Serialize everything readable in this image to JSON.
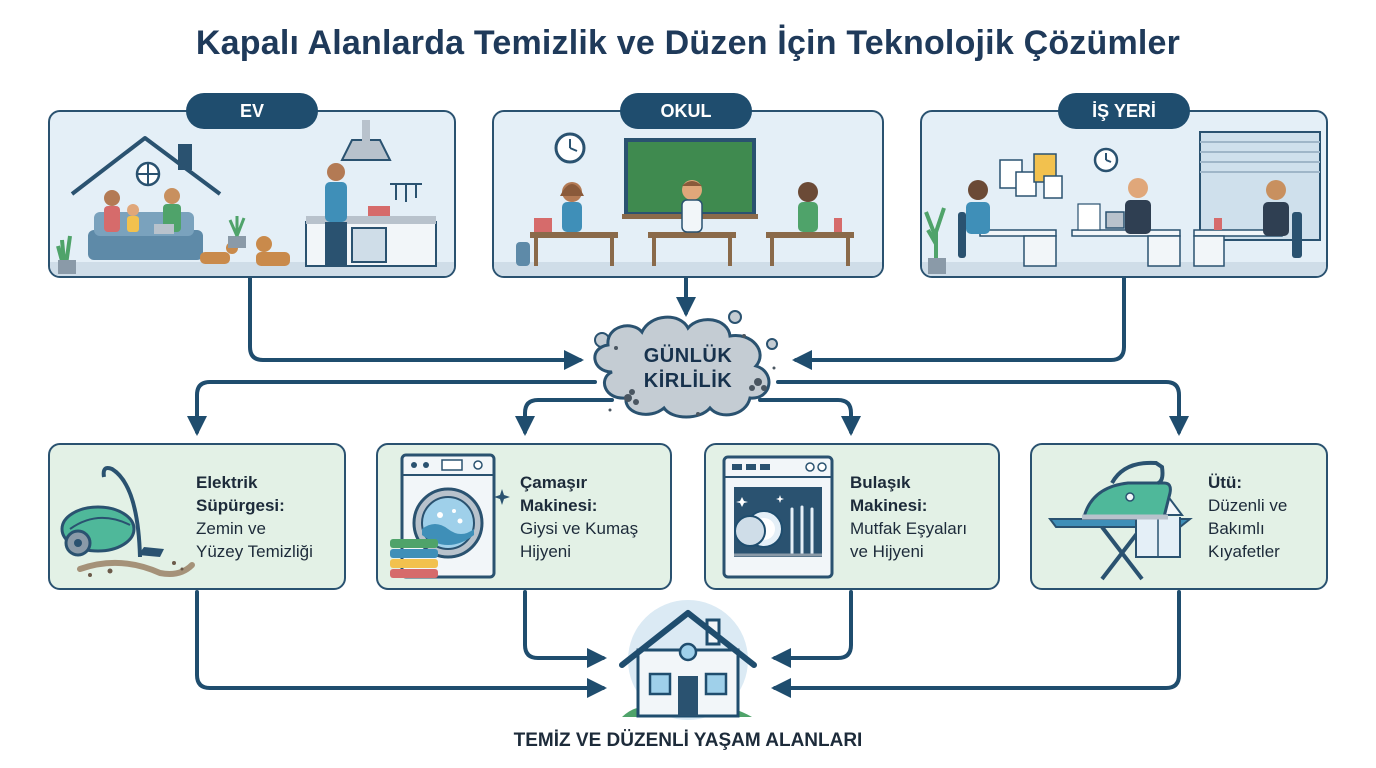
{
  "title": "Kapalı Alanlarda Temizlik ve Düzen İçin Teknolojik Çözümler",
  "locations": [
    {
      "label": "EV",
      "icon": "home-scene"
    },
    {
      "label": "OKUL",
      "icon": "school-scene"
    },
    {
      "label": "İŞ YERİ",
      "icon": "office-scene"
    }
  ],
  "center": {
    "line1": "GÜNLÜK",
    "line2": "KİRLİLİK"
  },
  "solutions": [
    {
      "title1": "Elektrik",
      "title2": "Süpürgesi:",
      "desc1": "Zemin ve",
      "desc2": "Yüzey Temizliği",
      "icon": "vacuum-cleaner-icon"
    },
    {
      "title1": "Çamaşır",
      "title2": "Makinesi:",
      "desc1": "Giysi ve Kumaş",
      "desc2": "Hijyeni",
      "icon": "washing-machine-icon"
    },
    {
      "title1": "Bulaşık",
      "title2": "Makinesi:",
      "desc1": "Mutfak Eşyaları",
      "desc2": "ve Hijyeni",
      "icon": "dishwasher-icon"
    },
    {
      "title1": "Ütü:",
      "title2": "",
      "desc1": "Düzenli ve",
      "desc2": "Bakımlı",
      "desc3": "Kıyafetler",
      "icon": "iron-icon"
    }
  ],
  "result": {
    "label": "TEMİZ VE DÜZENLİ YAŞAM ALANLARI",
    "icon": "house-icon"
  },
  "colors": {
    "navy": "#1f4d6e",
    "line": "#2a5270",
    "panel": "#e4eff7",
    "card": "#e3f1e6",
    "cloud": "#c4ccd3"
  }
}
